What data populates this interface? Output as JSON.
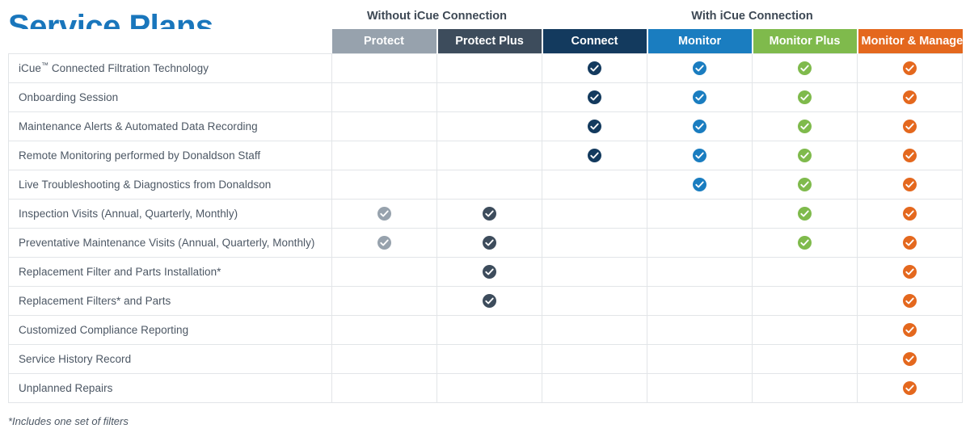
{
  "page": {
    "title": "Service Plans",
    "footnote": "*Includes one set of filters"
  },
  "colors": {
    "title_blue": "#1976bc",
    "group_band": "#edeef0",
    "group_text": "#3d4854",
    "protect": "#97a2ad",
    "protect_plus": "#3d4c5c",
    "connect": "#133a5e",
    "monitor": "#1a7dc0",
    "monitor_plus": "#7fba4c",
    "monitor_manage": "#e4681e",
    "grid_line": "#e2e5e8",
    "feature_text": "#4c5764"
  },
  "table": {
    "feature_column_header": "",
    "groups": [
      {
        "label": "",
        "span": 1,
        "kind": "blank"
      },
      {
        "label": "Without iCue Connection",
        "span": 2,
        "kind": "band"
      },
      {
        "label": "With iCue Connection",
        "span": 4,
        "kind": "band"
      }
    ],
    "columns": [
      {
        "key": "protect",
        "label": "Protect",
        "color": "#97a2ad"
      },
      {
        "key": "protect_plus",
        "label": "Protect Plus",
        "color": "#3d4c5c"
      },
      {
        "key": "connect",
        "label": "Connect",
        "color": "#133a5e"
      },
      {
        "key": "monitor",
        "label": "Monitor",
        "color": "#1a7dc0"
      },
      {
        "key": "monitor_plus",
        "label": "Monitor Plus",
        "color": "#7fba4c"
      },
      {
        "key": "monitor_manage",
        "label": "Monitor & Manage",
        "color": "#e4681e"
      }
    ],
    "rows": [
      {
        "feature": "iCue™ Connected Filtration Technology",
        "marks": [
          false,
          false,
          true,
          true,
          true,
          true
        ]
      },
      {
        "feature": "Onboarding Session",
        "marks": [
          false,
          false,
          true,
          true,
          true,
          true
        ]
      },
      {
        "feature": "Maintenance Alerts & Automated Data Recording",
        "marks": [
          false,
          false,
          true,
          true,
          true,
          true
        ]
      },
      {
        "feature": "Remote Monitoring performed by Donaldson Staff",
        "marks": [
          false,
          false,
          true,
          true,
          true,
          true
        ]
      },
      {
        "feature": "Live Troubleshooting & Diagnostics from Donaldson",
        "marks": [
          false,
          false,
          false,
          true,
          true,
          true
        ]
      },
      {
        "feature": "Inspection Visits (Annual, Quarterly, Monthly)",
        "marks": [
          true,
          true,
          false,
          false,
          true,
          true
        ]
      },
      {
        "feature": "Preventative Maintenance Visits (Annual, Quarterly, Monthly)",
        "marks": [
          true,
          true,
          false,
          false,
          true,
          true
        ]
      },
      {
        "feature": "Replacement Filter and Parts Installation*",
        "marks": [
          false,
          true,
          false,
          false,
          false,
          true
        ]
      },
      {
        "feature": "Replacement Filters* and Parts",
        "marks": [
          false,
          true,
          false,
          false,
          false,
          true
        ]
      },
      {
        "feature": "Customized Compliance Reporting",
        "marks": [
          false,
          false,
          false,
          false,
          false,
          true
        ]
      },
      {
        "feature": "Service History Record",
        "marks": [
          false,
          false,
          false,
          false,
          false,
          true
        ]
      },
      {
        "feature": "Unplanned Repairs",
        "marks": [
          false,
          false,
          false,
          false,
          false,
          true
        ]
      }
    ]
  },
  "icons": {
    "check": "check-circle-icon"
  }
}
